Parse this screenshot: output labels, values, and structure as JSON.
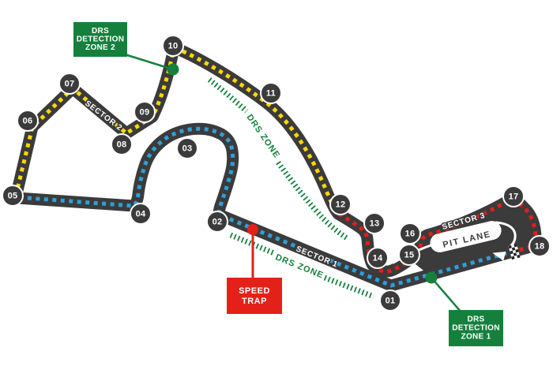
{
  "diagram": {
    "kind": "f1-circuit-track-map",
    "background_color": "#ffffff",
    "track_color": "#3b3b3b"
  },
  "turns": {
    "labels": [
      "01",
      "02",
      "03",
      "04",
      "05",
      "06",
      "07",
      "08",
      "09",
      "10",
      "11",
      "12",
      "13",
      "14",
      "15",
      "16",
      "17",
      "18"
    ]
  },
  "sectors": {
    "sector1": {
      "label": "SECTOR 1",
      "color": "#2d9fd8"
    },
    "sector2": {
      "label": "SECTOR 2",
      "color": "#ffd800"
    },
    "sector3": {
      "label": "SECTOR 3",
      "color": "#e31e18"
    }
  },
  "drs": {
    "color": "#15803c",
    "zone1_track_label": "DRS ZONE",
    "zone2_track_label": "DRS ZONE",
    "detection1": {
      "line1": "DRS",
      "line2": "DETECTION",
      "line3": "ZONE 1"
    },
    "detection2": {
      "line1": "DRS",
      "line2": "DETECTION",
      "line3": "ZONE 2"
    }
  },
  "speed_trap": {
    "line1": "SPEED",
    "line2": "TRAP",
    "color": "#e32119"
  },
  "pit_lane": {
    "label": "PIT LANE"
  },
  "icons": {
    "start_finish": "checkered-flag",
    "direction": "direction-arrow-left",
    "drs_detection_marker": "green-dot",
    "speed_trap_marker": "red-dot"
  }
}
